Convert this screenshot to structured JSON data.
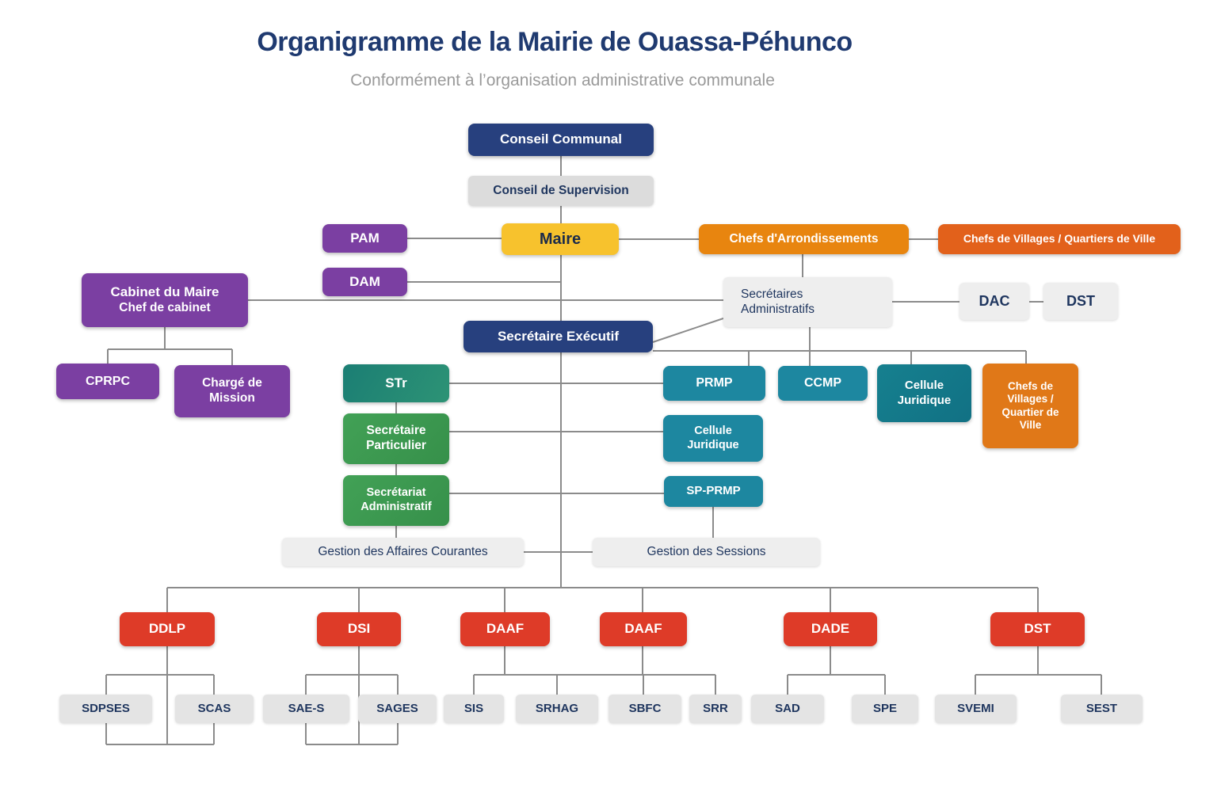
{
  "title": {
    "part1": "Organigramme de la",
    "part2": " Mairie de Ouassa-Péhunco",
    "subtitle": "Conformément à l’organisation administrative communale"
  },
  "colors": {
    "navy": "#27407e",
    "purple": "#7b3fa2",
    "yellow": "#f7c22d",
    "orange_arrondissements": "#e8850f",
    "orange_villages": "#e2611b",
    "teal": "#1d87a0",
    "green": "#3f9a52",
    "red": "#de3b28",
    "gray": "#e4e4e4"
  },
  "nodes": {
    "conseil_communal": "Conseil Communal",
    "conseil_supervision": "Conseil de Supervision",
    "pam": "PAM",
    "maire": "Maire",
    "chefs_arrondissements": "Chefs d'Arrondissements",
    "chefs_villages_quartiers": "Chefs de Villages / Quartiers de Ville",
    "dam": "DAM",
    "cabinet_line1": "Cabinet du Maire",
    "cabinet_line2": "Chef de cabinet",
    "secretaires_administratifs": "Secrétaires\nAdministratifs",
    "dac": "DAC",
    "dst_haut": "DST",
    "secretaire_executif": "Secrétaire Exécutif",
    "cprpc": "CPRPC",
    "charge_mission": "Chargé de\nMission",
    "str": "STr",
    "prmp": "PRMP",
    "ccmp": "CCMP",
    "cellule_juridique_1": "Cellule\nJuridique",
    "chefs_villages_petit": "Chefs de\nVillages /\nQuartier de\nVille",
    "secretaire_particulier": "Secrétaire\nParticulier",
    "cellule_juridique_2": "Cellule\nJuridique",
    "secretariat_administratif": "Secrétariat\nAdministratif",
    "sp_prmp": "SP-PRMP",
    "gestion_affaires_courantes": "Gestion des Affaires Courantes",
    "gestion_sessions": "Gestion des Sessions",
    "ddlp": "DDLP",
    "dsi": "DSI",
    "daaf_1": "DAAF",
    "daaf_2": "DAAF",
    "dade": "DADE",
    "dst_bas": "DST",
    "sdpses": "SDPSES",
    "scas": "SCAS",
    "sae_s": "SAE-S",
    "sages": "SAGES",
    "sis": "SIS",
    "srhag": "SRHAG",
    "sbfc": "SBFC",
    "srr": "SRR",
    "sad": "SAD",
    "spe": "SPE",
    "svemi": "SVEMI",
    "sest": "SEST"
  }
}
